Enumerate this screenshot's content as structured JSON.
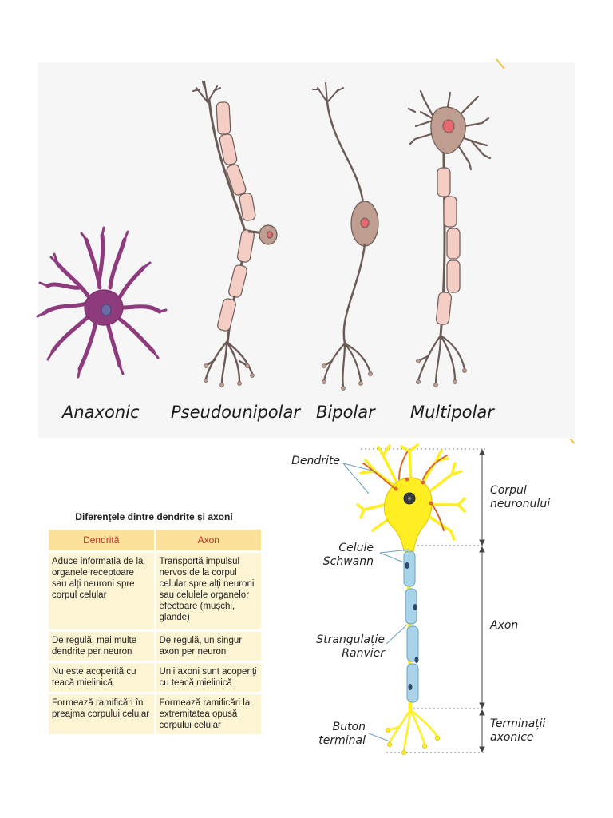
{
  "neuron_types": {
    "anaxonic": "Anaxonic",
    "pseudounipolar": "Pseudounipolar",
    "bipolar": "Bipolar",
    "multipolar": "Multipolar"
  },
  "anatomy": {
    "dendrite": "Dendrite",
    "schwann": "Celule\nSchwann",
    "ranvier": "Strangulație\nRanvier",
    "buton": "Buton\nterminal",
    "corpul": "Corpul\nneuronului",
    "axon": "Axon",
    "terminatii": "Terminații\naxonice"
  },
  "table": {
    "title": "Diferențele dintre dendrite și axoni",
    "headers": [
      "Dendrită",
      "Axon"
    ],
    "rows": [
      [
        "Aduce informația de la organele receptoare sau alți neuroni spre corpul celular",
        "Transportă impulsul nervos de la corpul celular spre alți neuroni sau celulele organelor efectoare (mușchi, glande)"
      ],
      [
        "De regulă, mai multe dendrite per neuron",
        "De regulă, un singur axon per neuron"
      ],
      [
        "Nu este acoperită cu teacă mielinică",
        "Unii axoni sunt acoperiți cu teacă mielinică"
      ],
      [
        "Formează ramificări în preajma corpului celular",
        "Formează ramificări la extremitatea opusă corpului celular"
      ]
    ]
  },
  "colors": {
    "anaxonic": "#8e3b7e",
    "cell_body": "#bf9d90",
    "myelin": "#f4cdc4",
    "nucleus": "#e46a70",
    "diagram_body": "#ffee22",
    "schwann": "#a9d3e8",
    "header_bg": "#fbe19a",
    "cell_bg": "#fdf4d3"
  }
}
